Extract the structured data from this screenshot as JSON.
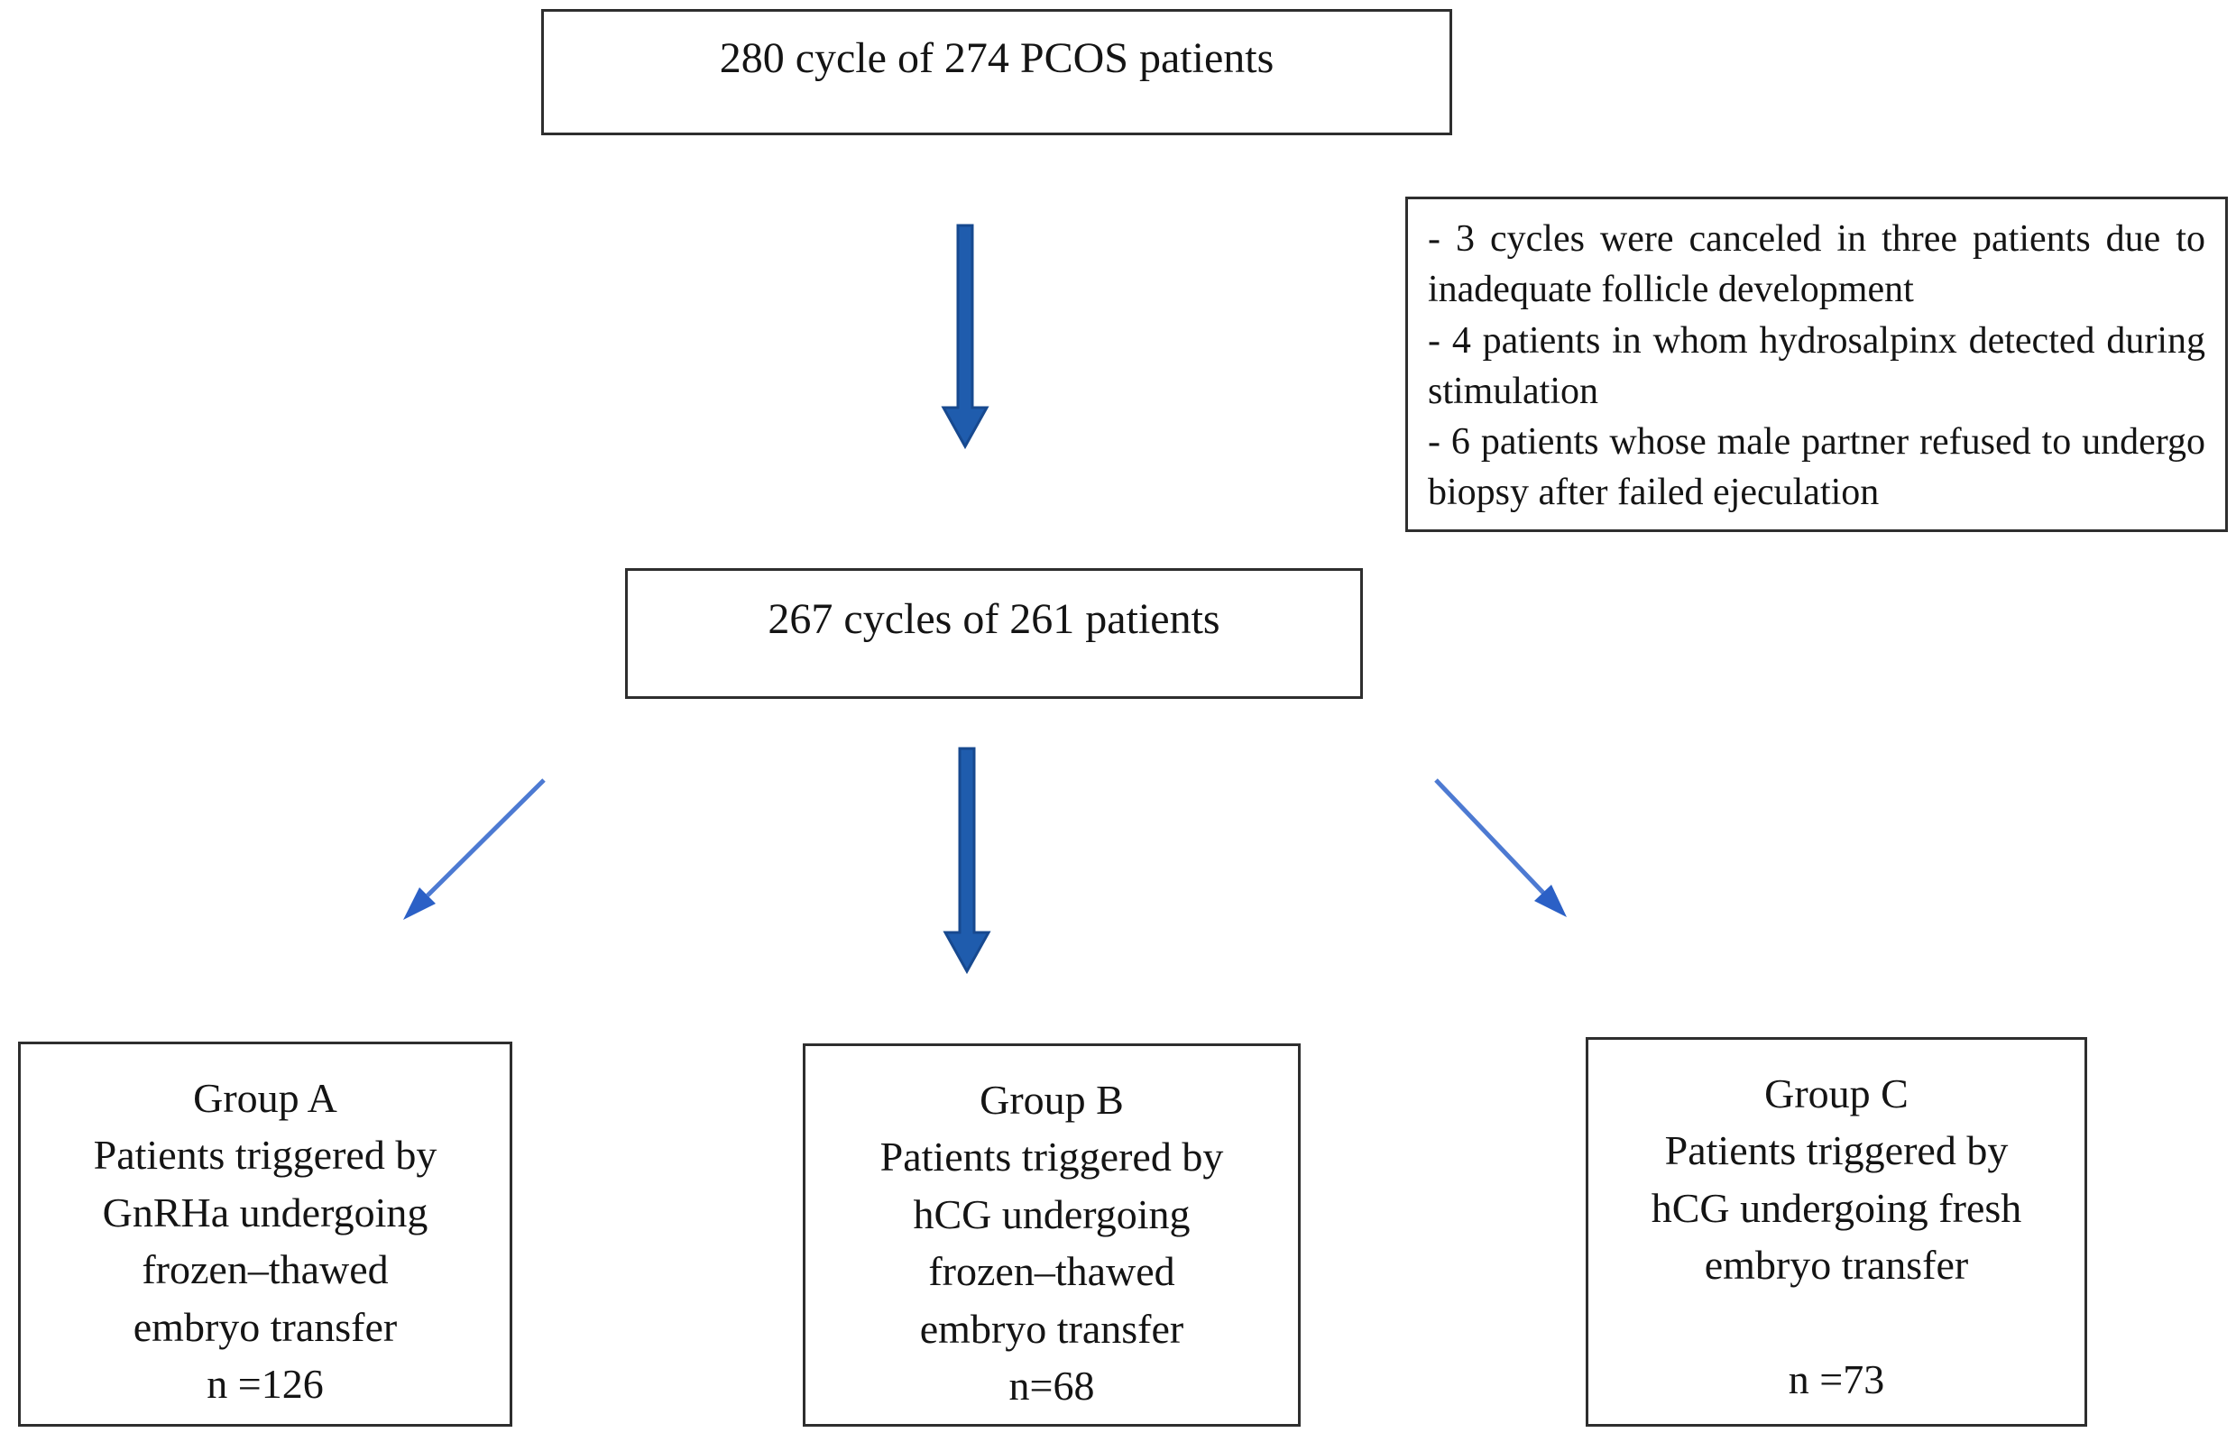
{
  "boxes": {
    "total": {
      "text": "280 cycle of 274 PCOS patients"
    },
    "exclusions": {
      "items": [
        "- 3 cycles were canceled in three patients due to inadequate follicle development",
        "- 4 patients in whom hydrosalpinx detected during stimulation",
        "- 6 patients whose male partner refused to undergo biopsy after failed ejeculation"
      ]
    },
    "included": {
      "text": "267 cycles of 261 patients"
    },
    "group_a": {
      "lines": [
        "Group A",
        "Patients triggered by",
        "GnRHa undergoing",
        "frozen–thawed",
        "embryo transfer",
        "n =126"
      ]
    },
    "group_b": {
      "lines": [
        "Group B",
        "Patients triggered by",
        "hCG undergoing",
        "frozen–thawed",
        "embryo transfer",
        "n=68"
      ]
    },
    "group_c": {
      "lines": [
        "Group C",
        "Patients triggered by",
        "hCG undergoing fresh",
        "embryo transfer",
        "",
        "n =73"
      ]
    }
  },
  "colors": {
    "thick_arrow_fill": "#1f5cad",
    "thick_arrow_edge": "#17498f",
    "thin_arrow_line": "#4d7ad2",
    "thin_arrow_head": "#2b60c6",
    "box_border": "#2e2e2e",
    "text": "#141414"
  }
}
